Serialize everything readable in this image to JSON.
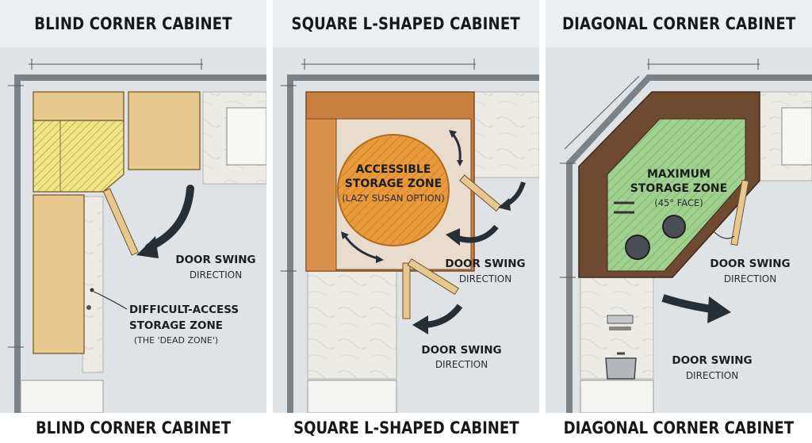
{
  "panels": [
    {
      "title": "BLIND CORNER CABINET",
      "footer": "BLIND CORNER CABINET",
      "door_label": "DOOR SWING",
      "door_sub": "DIRECTION",
      "zone_label_1": "DIFFICULT-ACCESS",
      "zone_label_2": "STORAGE ZONE",
      "zone_sub": "(THE 'DEAD ZONE')"
    },
    {
      "title": "SQUARE L-SHAPED CABINET",
      "footer": "SQUARE L-SHAPED CABINET",
      "zone_label_1": "ACCESSIBLE",
      "zone_label_2": "STORAGE ZONE",
      "zone_sub": "(LAZY SUSAN OPTION)",
      "door_label_a": "DOOR SWING",
      "door_sub_a": "DIRECTION",
      "door_label_b": "DOOR SWING",
      "door_sub_b": "DIRECTION"
    },
    {
      "title": "DIAGONAL CORNER CABINET",
      "footer": "DIAGONAL CORNER CABINET",
      "zone_label_1": "MAXIMUM",
      "zone_label_2": "STORAGE ZONE",
      "zone_sub": "(45° FACE)",
      "door_label_a": "DOOR SWING",
      "door_sub_a": "DIRECTION",
      "door_label_b": "DOOR SWING",
      "door_sub_b": "DIRECTION"
    }
  ],
  "colors": {
    "background": "#dfe3e6",
    "wall": "#7b8288",
    "light_wood": "#e7c98f",
    "dead_zone": "#efe58a",
    "orange_wood": "#d9904a",
    "lazy_susan": "#e89a3d",
    "dark_wood": "#6e4a30",
    "green_zone": "#9fd08f",
    "arrow": "#262e36",
    "countertop": "#ecebe6"
  }
}
